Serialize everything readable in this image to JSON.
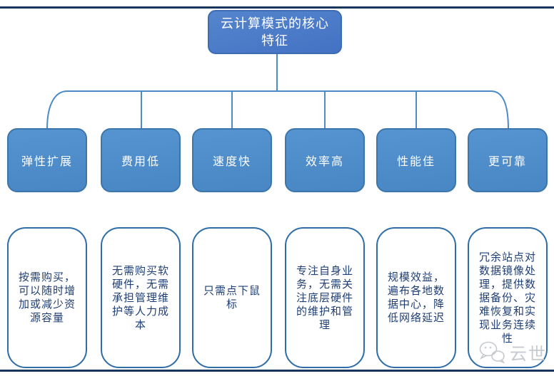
{
  "root": {
    "label": "云计算模式的核心特征",
    "label_lines": [
      "云计算模式的核心",
      "特征"
    ]
  },
  "branches": [
    {
      "label": "弹性扩展",
      "description": "按需购买，可以随时增加或减少资源容量"
    },
    {
      "label": "费用低",
      "description": "无需购买软硬件，无需承担管理维护等人力成本"
    },
    {
      "label": "速度快",
      "description": "只需点下鼠标"
    },
    {
      "label": "效率高",
      "description": "专注自身业务，无需关注底层硬件的维护和管理"
    },
    {
      "label": "性能佳",
      "description": "规模效益，遍布各地数据中心，降低网络延迟"
    },
    {
      "label": "更可靠",
      "description": "冗余站点对数据镜像处理，提供数据备份、灾难恢复和实现业务连续性"
    }
  ],
  "watermark": {
    "label": "云世",
    "icon": "wechat-bubbles-icon"
  },
  "colors": {
    "rule": "#17365D",
    "connector": "#4C8BC9",
    "root_fill": "#4472C4",
    "root_fill_light": "#5585CD",
    "root_border": "#3E6CB2",
    "branch_fill": "#4886C4",
    "branch_fill_light": "#5694D1",
    "branch_border": "#3D76AA",
    "leaf_border": "#2E6DA8",
    "leaf_text": "#1F3E74",
    "watermark": "#C7CACF"
  }
}
